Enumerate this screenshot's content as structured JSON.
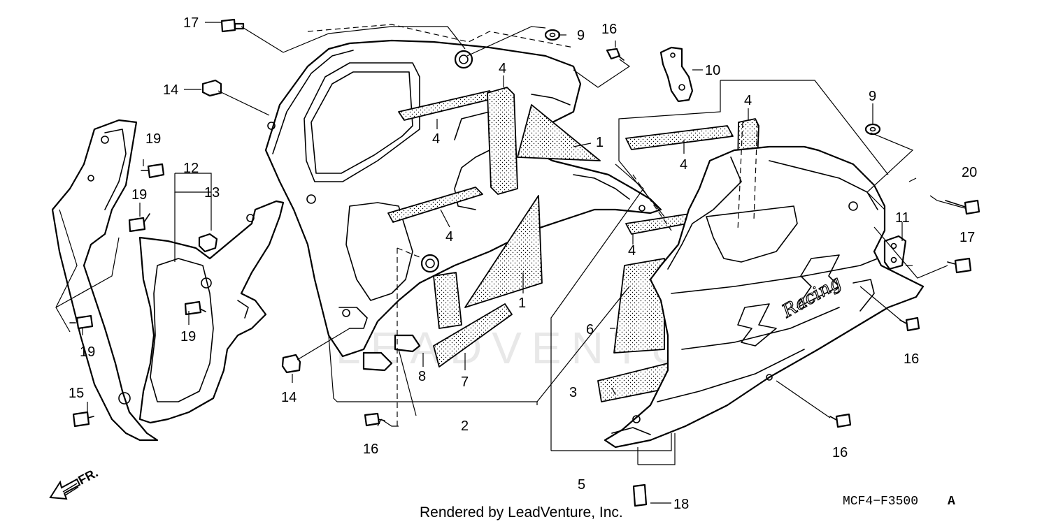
{
  "callouts": {
    "c1a": "1",
    "c1b": "1",
    "c2": "2",
    "c3": "3",
    "c4a": "4",
    "c4b": "4",
    "c4c": "4",
    "c4d": "4",
    "c4e": "4",
    "c4f": "4",
    "c5": "5",
    "c6": "6",
    "c7": "7",
    "c8": "8",
    "c9a": "9",
    "c9b": "9",
    "c10": "10",
    "c11": "11",
    "c12": "12",
    "c13": "13",
    "c14a": "14",
    "c14b": "14",
    "c15": "15",
    "c16a": "16",
    "c16b": "16",
    "c16c": "16",
    "c16d": "16",
    "c17a": "17",
    "c17b": "17",
    "c18": "18",
    "c19a": "19",
    "c19b": "19",
    "c19c": "19",
    "c19d": "19",
    "c20": "20"
  },
  "direction_label": "FR.",
  "fairing_decal": "Racing",
  "watermark": "LEADVENTURE",
  "footer": {
    "rendered_by": "Rendered by LeadVenture, Inc.",
    "diagram_code": "MCF4−F3500",
    "revision": "A"
  },
  "colors": {
    "line": "#000000",
    "background": "#ffffff",
    "watermark": "#e8e8e8"
  }
}
